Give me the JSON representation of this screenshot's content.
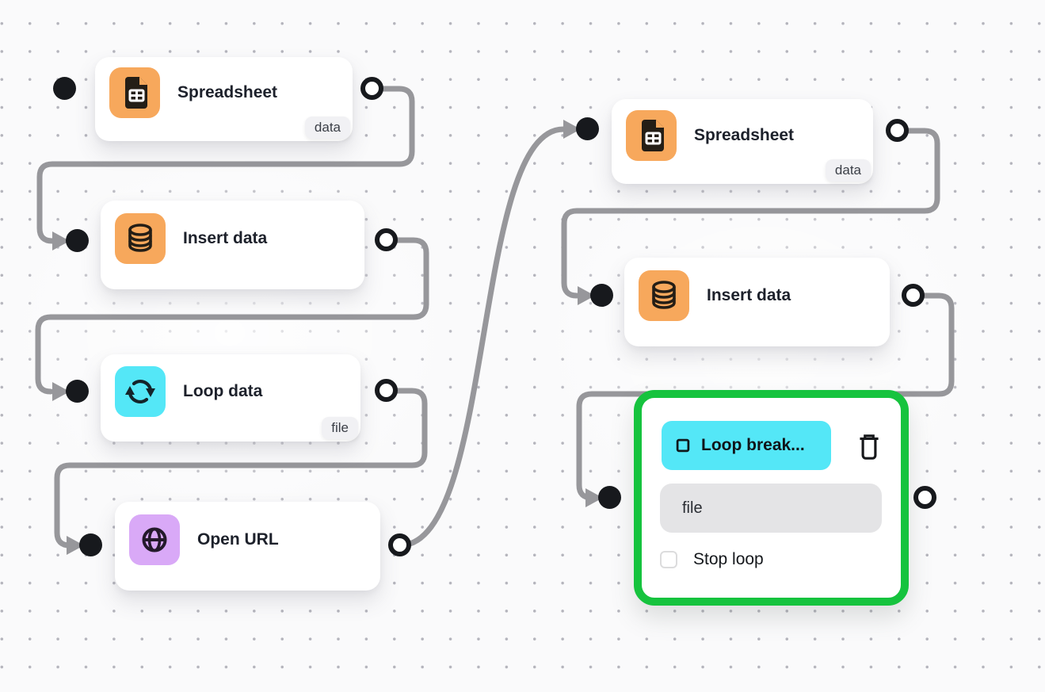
{
  "nodes": [
    {
      "id": "spreadsheet-1",
      "title": "Spreadsheet",
      "tag": "data",
      "icon": "spreadsheet-icon",
      "icon_bg": "#F7A85C"
    },
    {
      "id": "insert-data-1",
      "title": "Insert data",
      "icon": "database-icon",
      "icon_bg": "#F7A85C"
    },
    {
      "id": "loop-data",
      "title": "Loop data",
      "tag": "file",
      "icon": "loop-icon",
      "icon_bg": "#54E7F7"
    },
    {
      "id": "open-url",
      "title": "Open URL",
      "icon": "globe-icon",
      "icon_bg": "#D9A9F7"
    },
    {
      "id": "spreadsheet-2",
      "title": "Spreadsheet",
      "tag": "data",
      "icon": "spreadsheet-icon",
      "icon_bg": "#F7A85C"
    },
    {
      "id": "insert-data-2",
      "title": "Insert data",
      "icon": "database-icon",
      "icon_bg": "#F7A85C"
    }
  ],
  "selected_node": {
    "id": "loop-break",
    "header": "Loop break...",
    "header_icon": "stop-square-icon",
    "delete_icon": "trash-icon",
    "field_value": "file",
    "checkbox_label": "Stop loop",
    "checkbox_checked": false,
    "border_color": "#16C33E",
    "header_bg": "#54E7F7"
  },
  "colors": {
    "node_icon_orange": "#F7A85C",
    "node_icon_cyan": "#54E7F7",
    "node_icon_purple": "#D9A9F7",
    "selection_green": "#16C33E",
    "edge_gray": "#97979B",
    "port_black": "#17191D",
    "card_white": "#FFFFFF",
    "tag_bg": "#F1F1F4",
    "field_gray": "#E4E4E6",
    "canvas_bg": "#FAFAFB",
    "grid_dot": "#B4B4BC"
  }
}
